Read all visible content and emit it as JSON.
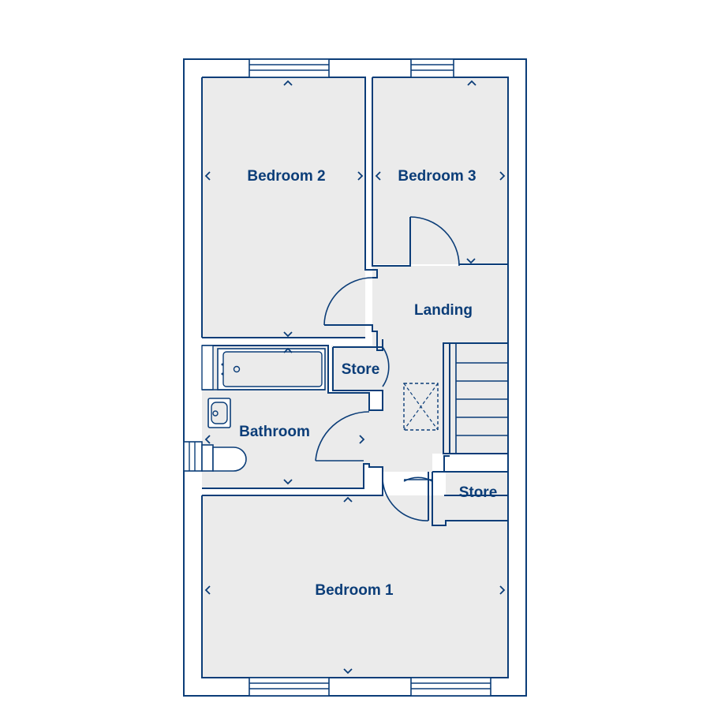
{
  "rooms": {
    "bedroom2": "Bedroom 2",
    "bedroom3": "Bedroom 3",
    "landing": "Landing",
    "store_upper": "Store",
    "bathroom": "Bathroom",
    "store_lower": "Store",
    "bedroom1": "Bedroom 1"
  },
  "colors": {
    "line": "#0b3d78",
    "floor": "#ebebeb",
    "background": "#ffffff"
  },
  "icons": {
    "dimension_up": "chevron-up-icon",
    "dimension_down": "chevron-down-icon",
    "dimension_left": "chevron-left-icon",
    "dimension_right": "chevron-right-icon"
  }
}
